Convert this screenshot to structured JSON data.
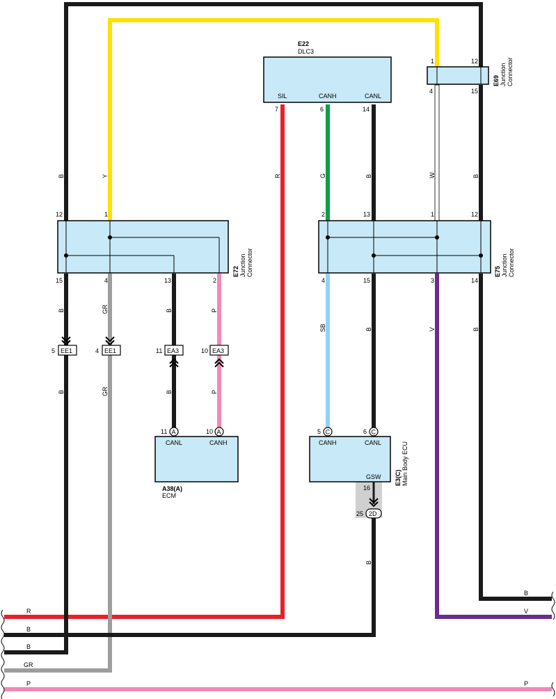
{
  "colors": {
    "B": "#1a1a1a",
    "Y": "#ffe100",
    "R": "#e8202a",
    "G": "#00a14b",
    "W": "#ffffff",
    "GR": "#9d9d9d",
    "P": "#ef8ab8",
    "SB": "#8fd3f5",
    "V": "#6a2c91",
    "connector_fill": "#c8e9f7",
    "shade": "#d0d0d0"
  },
  "components": {
    "e22": {
      "id": "E22",
      "name": "DLC3",
      "pins": [
        {
          "num": "7",
          "name": "SIL"
        },
        {
          "num": "6",
          "name": "CANH"
        },
        {
          "num": "14",
          "name": "CANL"
        }
      ]
    },
    "e69": {
      "id": "E69",
      "name1": "Junction",
      "name2": "Connector",
      "pins": {
        "top_left": "1",
        "top_right": "12",
        "bottom_left": "4",
        "bottom_right": "15"
      }
    },
    "e72": {
      "id": "E72",
      "name1": "Junction",
      "name2": "Connector",
      "top_pins": [
        "12",
        "1"
      ],
      "bottom_pins": [
        "15",
        "4",
        "13",
        "2"
      ]
    },
    "e75": {
      "id": "E75",
      "name1": "Junction",
      "name2": "Connector",
      "top_pins": [
        "2",
        "13",
        "1",
        "12"
      ],
      "bottom_pins": [
        "4",
        "15",
        "3",
        "14"
      ]
    },
    "a38": {
      "id": "A38(A)",
      "name": "ECM",
      "pins": [
        {
          "num": "11",
          "conn": "A",
          "name": "CANL"
        },
        {
          "num": "10",
          "conn": "A",
          "name": "CANH"
        }
      ]
    },
    "e3": {
      "id": "E3(C)",
      "name": "Main Body ECU",
      "pins": [
        {
          "num": "5",
          "conn": "C",
          "name": "CANH"
        },
        {
          "num": "6",
          "conn": "C",
          "name": "CANL"
        }
      ],
      "gsw": "GSW",
      "gsw_pin": "16",
      "conn_2d_pin": "25",
      "conn_2d": "2D"
    }
  },
  "inline_connectors": [
    {
      "pin": "5",
      "name": "EE1"
    },
    {
      "pin": "4",
      "name": "EE1"
    },
    {
      "pin": "11",
      "name": "EA3"
    },
    {
      "pin": "10",
      "name": "EA3"
    }
  ],
  "wire_labels": {
    "top_b": "B",
    "top_y": "Y",
    "r": "R",
    "g": "G",
    "canl_b": "B",
    "w": "W",
    "e69_b": "B",
    "e72_15_b": "B",
    "e72_4_gr": "GR",
    "e72_13_b": "B",
    "e72_2_p": "P",
    "ee1_b": "B",
    "ee1_gr": "GR",
    "ea3_b": "B",
    "ea3_p": "P",
    "e75_4_sb": "SB",
    "e75_15_b": "B",
    "e75_3_v": "V",
    "e75_14_b": "B",
    "gsw_b": "B"
  },
  "bus_labels": {
    "left": [
      "R",
      "B",
      "B",
      "GR",
      "P"
    ],
    "right": [
      "B",
      "V",
      "P"
    ]
  }
}
